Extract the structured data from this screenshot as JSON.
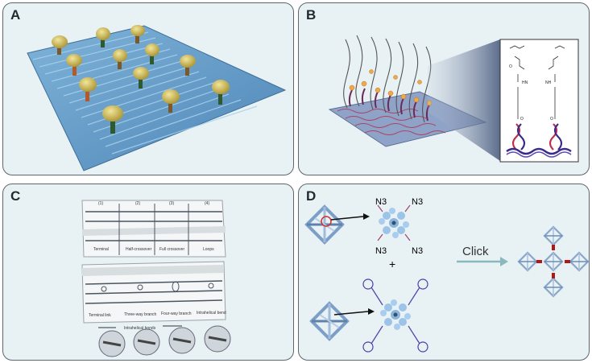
{
  "panels": {
    "a": {
      "label": "A"
    },
    "b": {
      "label": "B"
    },
    "c": {
      "label": "C",
      "top_numbers": [
        "(1)",
        "(2)",
        "(3)",
        "(4)"
      ],
      "top_labels": [
        "Terminal",
        "Half-crossover",
        "Full crossover",
        "Loops"
      ],
      "bottom_labels": [
        "Terminal link",
        "Three-way branch",
        "Four-way branch",
        "Intrahelical bend"
      ],
      "footer_label": "Intrahelical bonds"
    },
    "d": {
      "label": "D",
      "azide_labels": [
        "N3",
        "N3",
        "N3",
        "N3"
      ],
      "plus": "+",
      "click_label": "Click"
    }
  }
}
